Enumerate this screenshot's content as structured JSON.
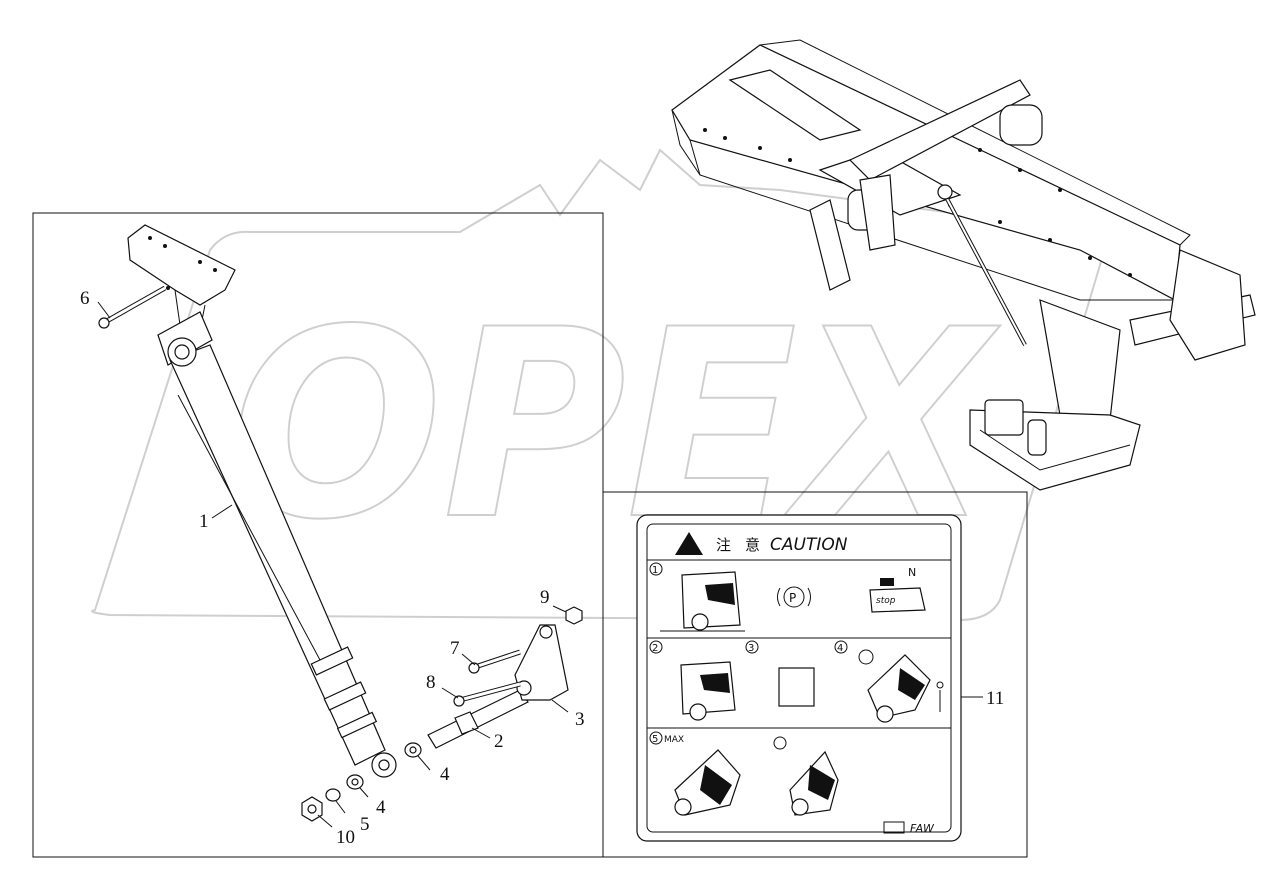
{
  "watermark": {
    "text": "OPEX"
  },
  "callouts": [
    {
      "id": "c1",
      "label": "1"
    },
    {
      "id": "c2",
      "label": "2"
    },
    {
      "id": "c3",
      "label": "3"
    },
    {
      "id": "c4a",
      "label": "4"
    },
    {
      "id": "c4b",
      "label": "4"
    },
    {
      "id": "c5",
      "label": "5"
    },
    {
      "id": "c6",
      "label": "6"
    },
    {
      "id": "c7",
      "label": "7"
    },
    {
      "id": "c8",
      "label": "8"
    },
    {
      "id": "c9",
      "label": "9"
    },
    {
      "id": "c10",
      "label": "10"
    },
    {
      "id": "c11",
      "label": "11"
    }
  ],
  "caution_label": {
    "chinese_1": "注",
    "chinese_2": "意",
    "title": "CAUTION",
    "stop_text": "stop",
    "neutral": "N",
    "parking": "P",
    "step_numbers": [
      "1",
      "2",
      "3",
      "4",
      "5"
    ],
    "max_text": "MAX",
    "brand": "FAW"
  }
}
